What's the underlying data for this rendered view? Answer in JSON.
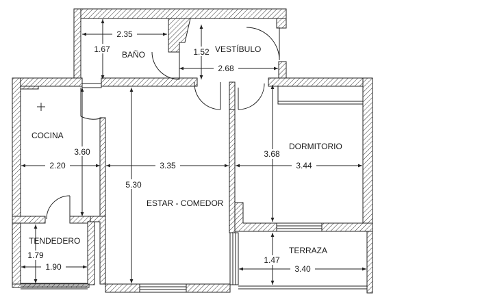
{
  "rooms": {
    "bano": "BAÑO",
    "vestibulo": "VESTÍBULO",
    "cocina": "COCINA",
    "estar": "ESTAR - COMEDOR",
    "dormitorio": "DORMITORIO",
    "tendedero": "TENDEDERO",
    "terraza": "TERRAZA"
  },
  "dimensions": {
    "bano_w": "2.35",
    "bano_h": "1.67",
    "vest_h": "1.52",
    "vest_w": "2.68",
    "cocina_h": "3.60",
    "cocina_w": "2.20",
    "estar_w": "3.35",
    "estar_h": "5.30",
    "dorm_h": "3.68",
    "dorm_w": "3.44",
    "tend_h": "1.79",
    "tend_w": "1.90",
    "terr_h": "1.47",
    "terr_w": "3.40"
  }
}
